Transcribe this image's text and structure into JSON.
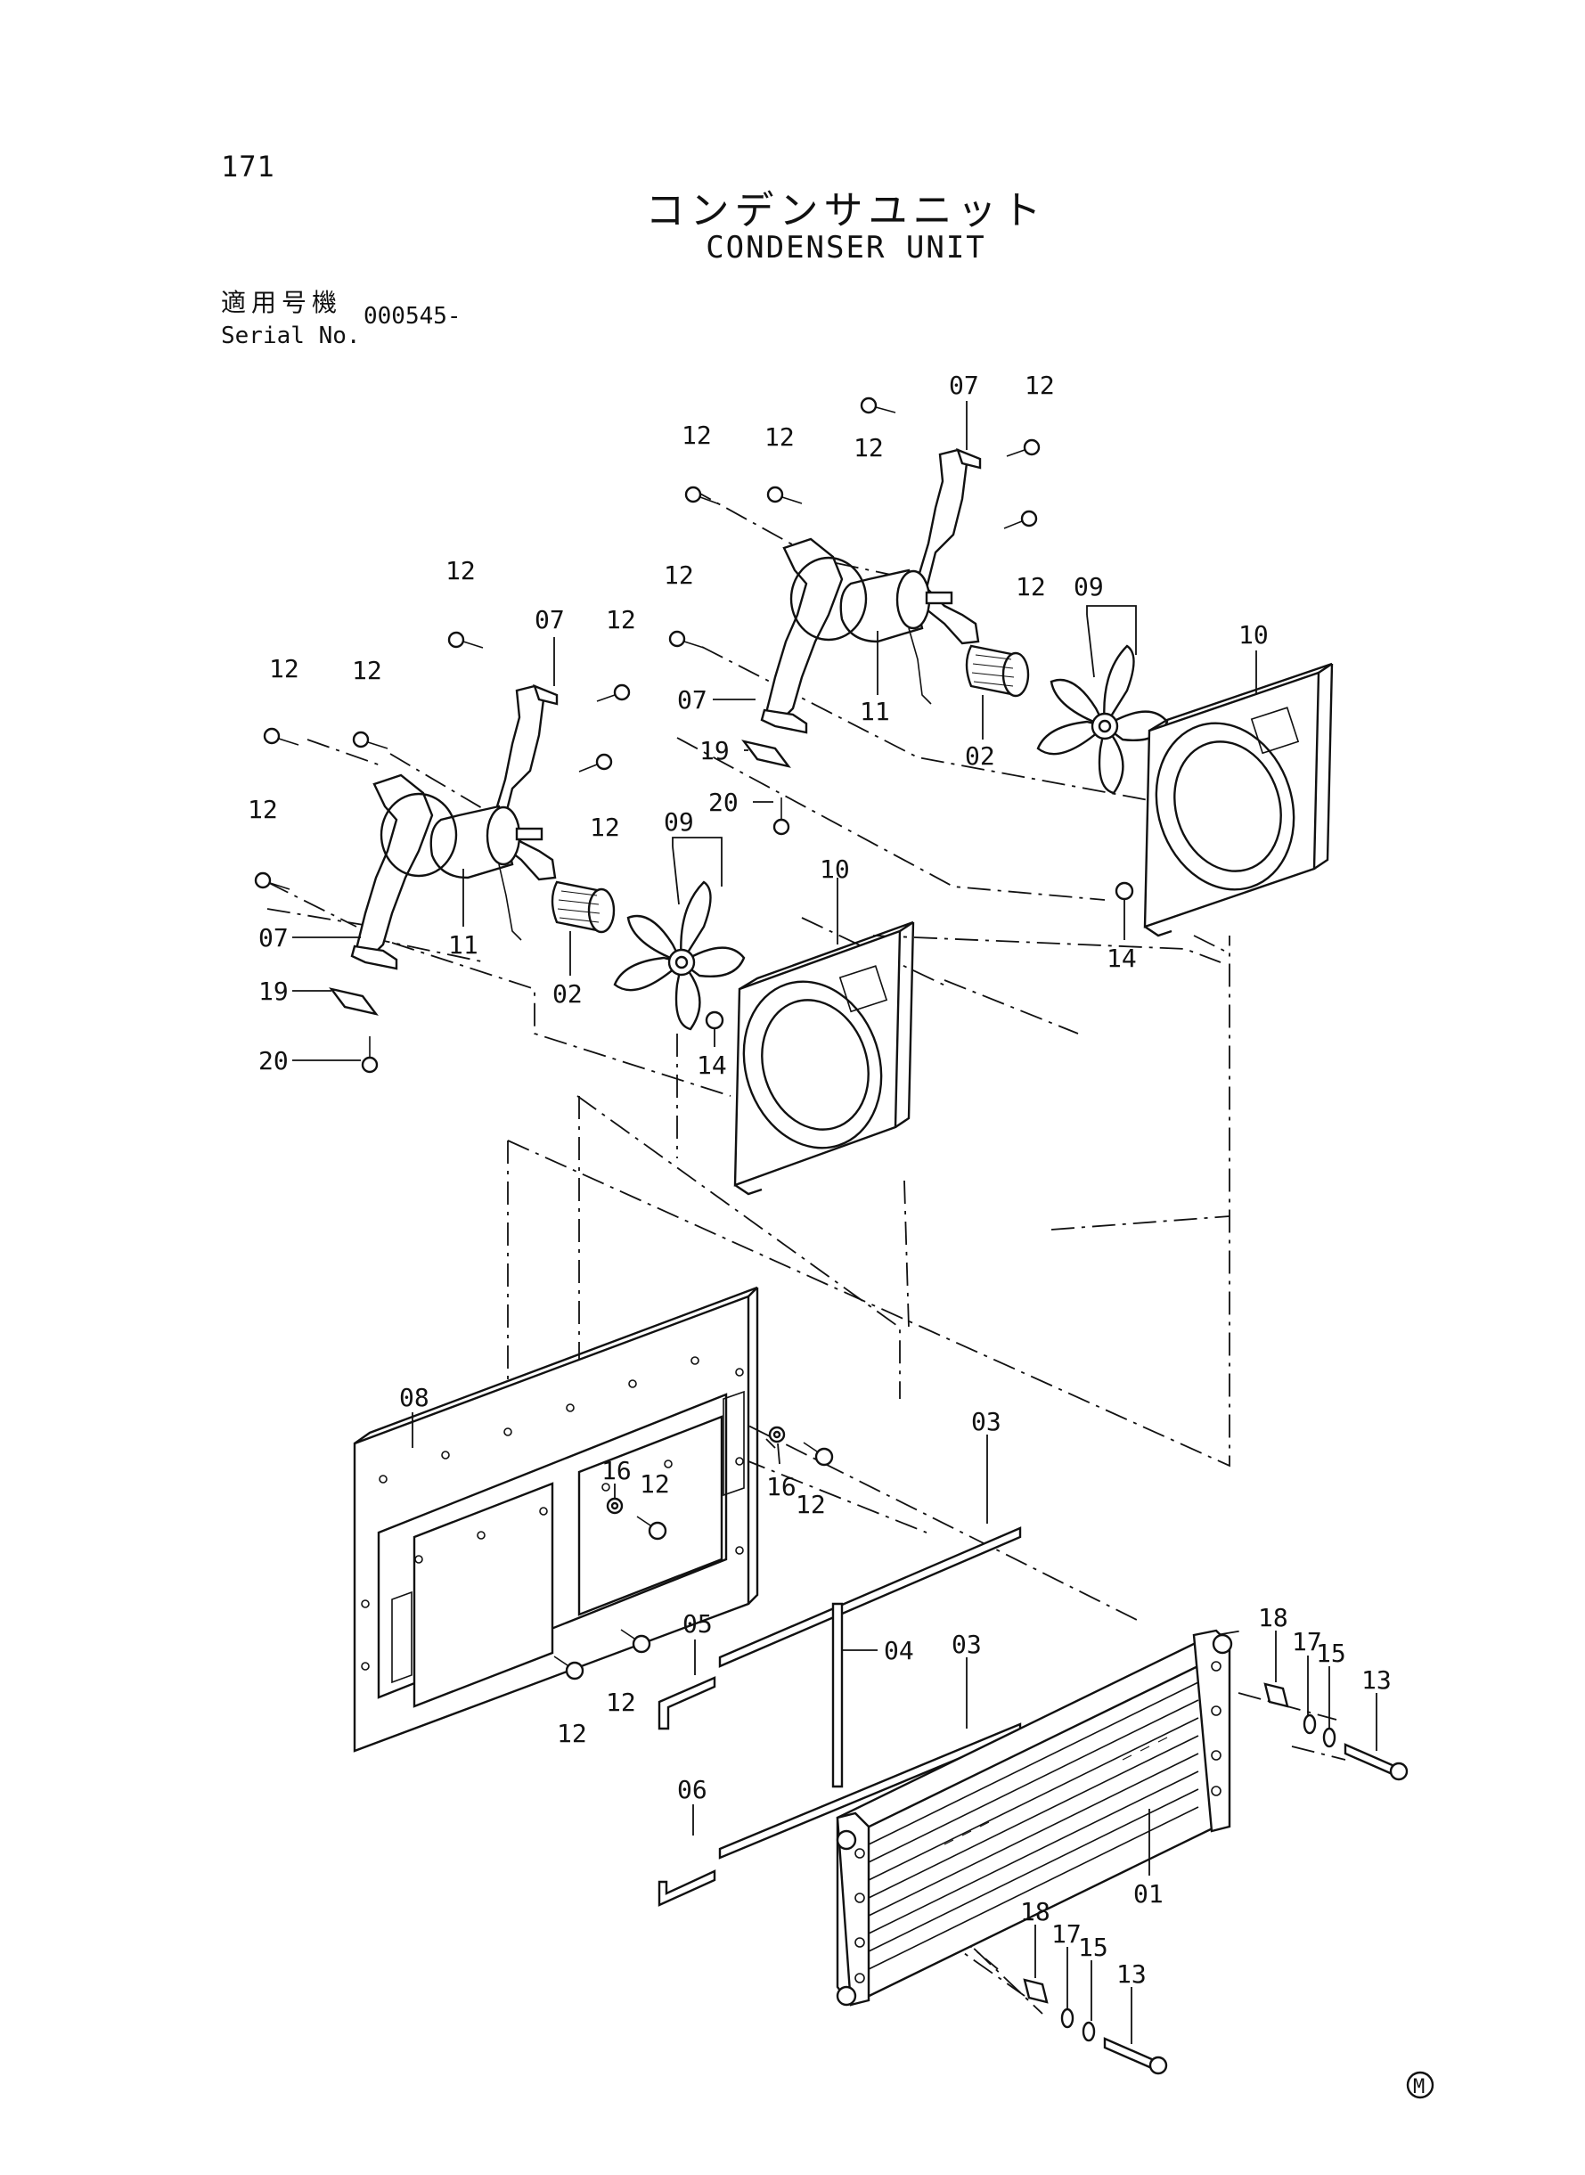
{
  "page": {
    "number": "171",
    "title_ja": "コンデンサユニット",
    "title_en": "CONDENSER UNIT",
    "serial_label_ja": "適用号機",
    "serial_label_en": "Serial No.",
    "serial_value": "000545-"
  },
  "callouts": [
    "01",
    "02",
    "02",
    "03",
    "03",
    "04",
    "05",
    "06",
    "07",
    "07",
    "07",
    "07",
    "08",
    "09",
    "09",
    "10",
    "10",
    "11",
    "11",
    "12",
    "12",
    "12",
    "12",
    "12",
    "12",
    "12",
    "12",
    "12",
    "12",
    "12",
    "12",
    "12",
    "12",
    "12",
    "12",
    "13",
    "13",
    "14",
    "14",
    "15",
    "15",
    "16",
    "16",
    "17",
    "17",
    "18",
    "18",
    "19",
    "19",
    "20",
    "20"
  ],
  "footer": {
    "mark": "M"
  }
}
